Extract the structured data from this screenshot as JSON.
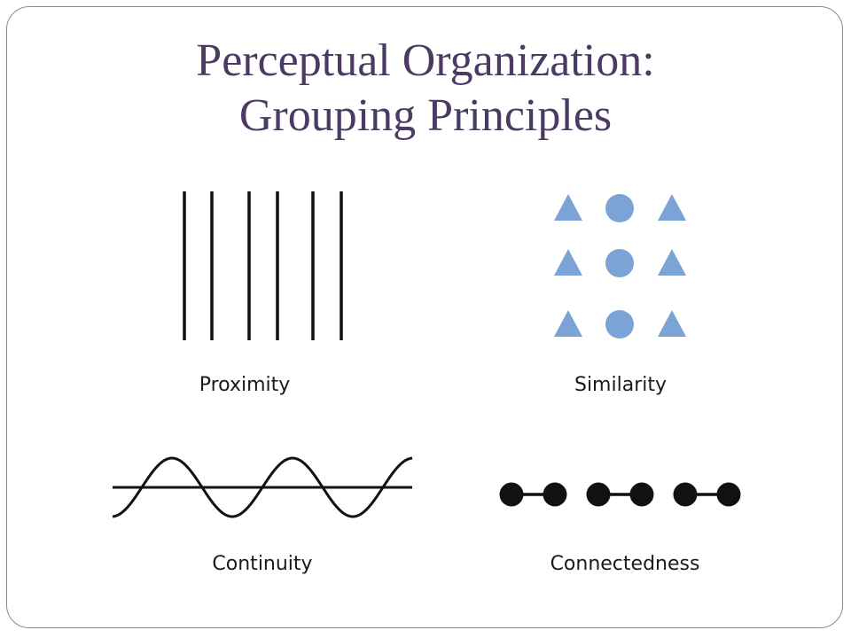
{
  "slide": {
    "title_line1": "Perceptual Organization:",
    "title_line2": "Grouping Principles"
  },
  "principles": {
    "proximity": {
      "label": "Proximity",
      "line_count": 6
    },
    "similarity": {
      "label": "Similarity",
      "rows": 3,
      "pattern": [
        "triangle",
        "circle",
        "triangle"
      ],
      "color": "#7ba3d6"
    },
    "continuity": {
      "label": "Continuity"
    },
    "connectedness": {
      "label": "Connectedness",
      "pairs": 3
    }
  },
  "colors": {
    "title": "#4b3b63",
    "shape_fill": "#7ba3d6",
    "ink": "#111111",
    "border": "#8a8a8a"
  }
}
